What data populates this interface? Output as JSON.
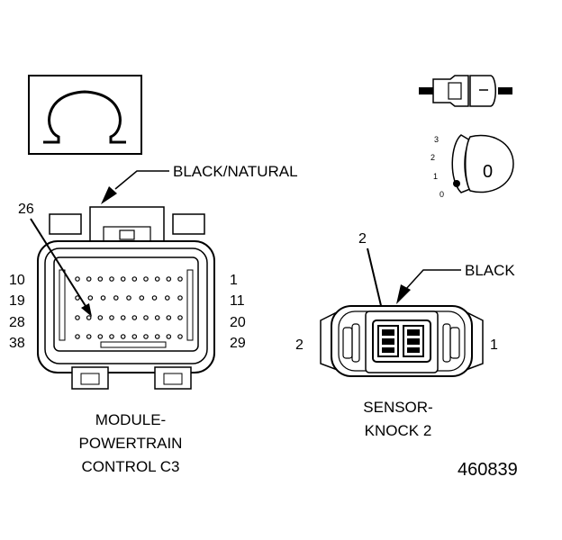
{
  "callouts": {
    "c3_wire_color": "BLACK/NATURAL",
    "c3_pin_callout": "26",
    "knock_wire_color": "BLACK",
    "knock_pin_callout": "2"
  },
  "c3_connector": {
    "row_labels_left": [
      "10",
      "19",
      "28",
      "38"
    ],
    "row_labels_right": [
      "1",
      "11",
      "20",
      "29"
    ],
    "caption_lines": [
      "MODULE-",
      "POWERTRAIN",
      "CONTROL C3"
    ]
  },
  "knock_connector": {
    "side_left": "2",
    "side_right": "1",
    "caption_lines": [
      "SENSOR-",
      "KNOCK 2"
    ]
  },
  "lock_icon": {
    "positions": [
      "3",
      "2",
      "1",
      "0"
    ],
    "indicator": "0"
  },
  "figure_number": "460839"
}
